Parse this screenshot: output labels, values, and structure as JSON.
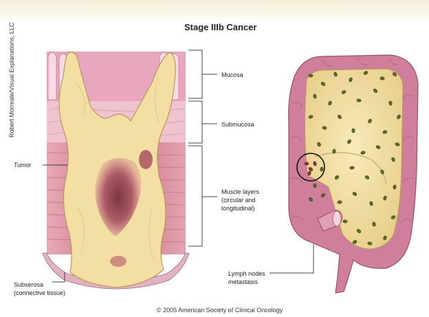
{
  "header": {
    "banner_text": "",
    "title": "Stage IIIb Cancer"
  },
  "credit": "Robert Morreale/Visual Explanations, LLC",
  "labels": {
    "mucosa": "Mucosa",
    "submucosa": "Submucosa",
    "muscle": "Muscle layers\n(circular and\nlongitudinal)",
    "tumor": "Tumor",
    "subserosa": "Subserosa\n(connective tissue)",
    "lymph": "Lymph nodes\nmetastasis"
  },
  "copyright": "© 2005 American Society of Clinical Oncology",
  "colors": {
    "tumor_fill": "#f3dea3",
    "tumor_core": "#8a3a4a",
    "tissue_pink": "#d98aa6",
    "muscle_red": "#c46a78",
    "colon_wall": "#cf7e9c",
    "colon_lining": "#f2e2a8",
    "lymph_node": "#5b6b2a",
    "metastasis_node": "#9a2a33"
  }
}
